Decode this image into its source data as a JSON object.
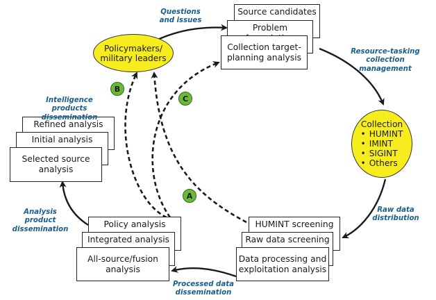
{
  "diagram": {
    "nodes": {
      "policymakers": "Policymakers/\nmilitary leaders",
      "source_candidates": "Source candidates",
      "problem_formulation": "Problem formulation",
      "collection_target": "Collection target-\nplanning analysis",
      "collection": {
        "title": "Collection",
        "items": [
          "HUMINT",
          "IMINT",
          "SIGINT",
          "Others"
        ]
      },
      "humint_screening": "HUMINT screening",
      "raw_data_screening": "Raw data screening",
      "data_processing": "Data processing and\nexploitation analysis",
      "policy_analysis": "Policy analysis",
      "integrated_analysis": "Integrated analysis",
      "all_source": "All-source/fusion\nanalysis",
      "refined_analysis": "Refined analysis",
      "initial_analysis": "Initial analysis",
      "selected_source": "Selected source\nanalysis"
    },
    "edge_labels": {
      "questions": "Questions\nand issues",
      "resource_tasking": "Resource-tasking\ncollection\nmanagement",
      "raw_data": "Raw data\ndistribution",
      "processed_data": "Processed data\ndissemination",
      "analysis_product": "Analysis product\ndissemination",
      "intel_products": "Intelligence products\ndissemination"
    },
    "badges": {
      "a": "A",
      "b": "B",
      "c": "C"
    },
    "colors": {
      "ellipse_fill": "#f7ec1e",
      "badge_fill": "#6cb83a",
      "label_text": "#1b5e8c",
      "arrow": "#1a1a1a"
    }
  }
}
